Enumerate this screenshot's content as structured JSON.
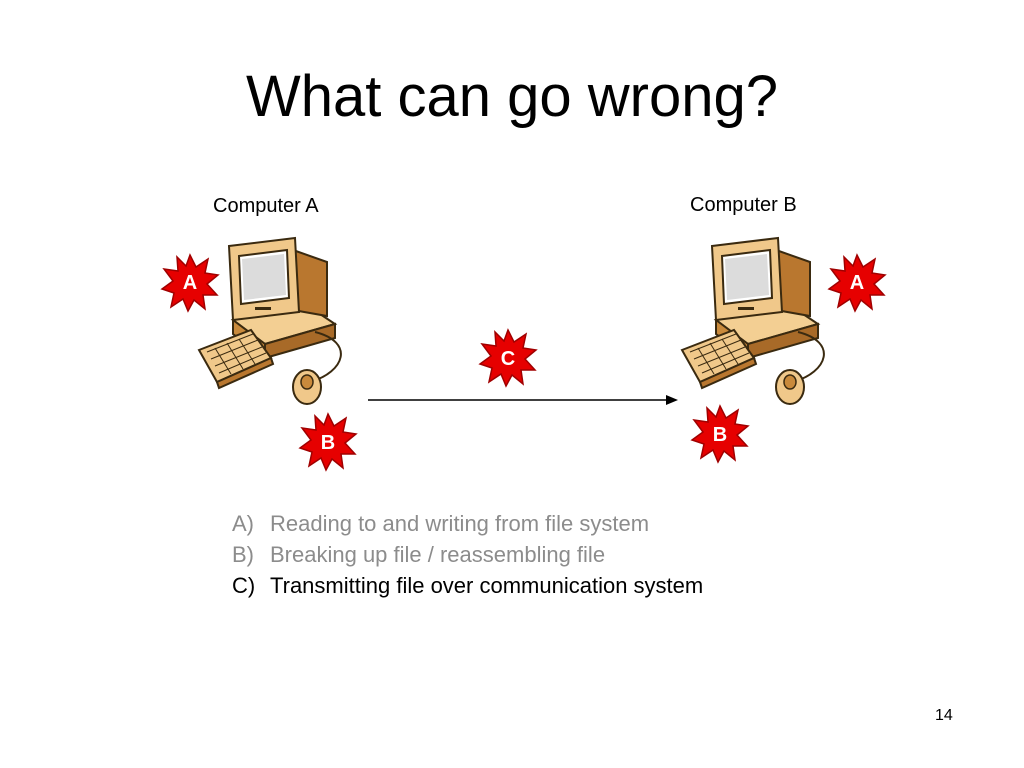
{
  "slide": {
    "title": "What can go wrong?",
    "page_number": "14"
  },
  "diagram": {
    "computer_a_label": "Computer A",
    "computer_b_label": "Computer B",
    "bursts": {
      "a_left": "A",
      "b_left": "B",
      "c_middle": "C",
      "a_right": "A",
      "b_right": "B"
    },
    "colors": {
      "burst_fill": "#e60000",
      "burst_stroke": "#a00000",
      "muted_text": "#8c8c8c",
      "active_text": "#000000"
    }
  },
  "list": {
    "items": [
      {
        "marker": "A)",
        "text": "Reading to and writing from file system",
        "state": "muted"
      },
      {
        "marker": "B)",
        "text": "Breaking up file / reassembling file",
        "state": "muted"
      },
      {
        "marker": "C)",
        "text": "Transmitting file over communication system",
        "state": "active"
      }
    ]
  }
}
